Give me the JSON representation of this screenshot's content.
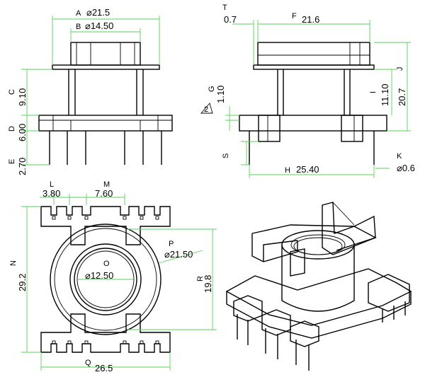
{
  "colors": {
    "line": "#000000",
    "dimension": "#5ad15a",
    "background": "#ffffff"
  },
  "front_view": {
    "dim_a": {
      "tag": "A",
      "value": "⌀21.5"
    },
    "dim_b": {
      "tag": "B",
      "value": "⌀14.50"
    },
    "dim_c": {
      "tag": "C",
      "value": "9.10"
    },
    "dim_d": {
      "tag": "D",
      "value": "6.00"
    },
    "dim_e": {
      "tag": "E",
      "value": "2.70"
    }
  },
  "side_view": {
    "dim_t": {
      "tag": "T",
      "value": "0.7"
    },
    "dim_f": {
      "tag": "F",
      "value": "21.6"
    },
    "dim_g": {
      "tag": "G",
      "value": "1.10"
    },
    "dim_i": {
      "tag": "I",
      "value": "11.10"
    },
    "dim_j": {
      "tag": "J",
      "value": "20.7"
    },
    "dim_s": {
      "tag": "S",
      "value": ""
    },
    "dim_h": {
      "tag": "H",
      "value": "25.40"
    },
    "dim_k": {
      "tag": "K",
      "value": "⌀0.6"
    },
    "note_marker": "2"
  },
  "top_view": {
    "dim_l": {
      "tag": "L",
      "value": "3.80"
    },
    "dim_m": {
      "tag": "M",
      "value": "7.60"
    },
    "dim_n": {
      "tag": "N",
      "value": "29.2"
    },
    "dim_o": {
      "tag": "O",
      "value": "⌀12.50"
    },
    "dim_p": {
      "tag": "P",
      "value": "⌀21.50"
    },
    "dim_r": {
      "tag": "R",
      "value": "19.8"
    },
    "dim_q": {
      "tag": "Q",
      "value": "26.5"
    }
  }
}
